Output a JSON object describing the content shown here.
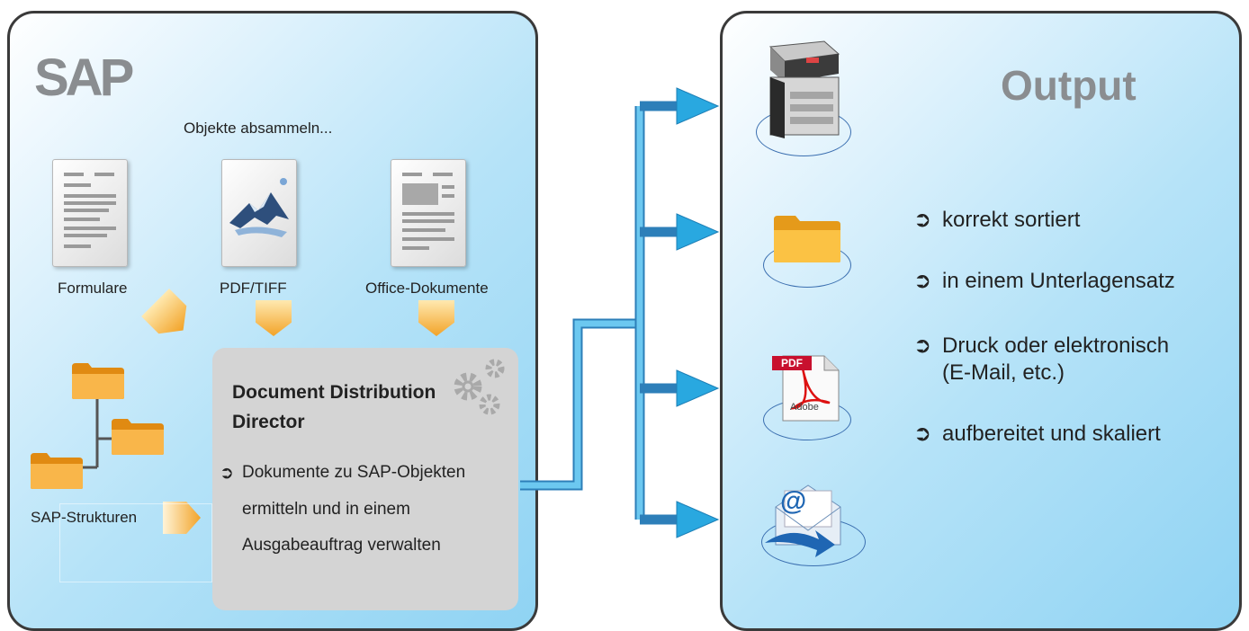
{
  "sap": {
    "logo": "SAP",
    "collect_label": "Objekte absammeln..."
  },
  "sources": [
    {
      "label": "Formulare"
    },
    {
      "label": "PDF/TIFF"
    },
    {
      "label": "Office-Dokumente"
    }
  ],
  "structures": {
    "label": "SAP-Strukturen"
  },
  "ddd": {
    "title": "Document Distribution Director",
    "bullet_symbol": "➲",
    "lines": [
      "Dokumente zu SAP-Objekten",
      "ermitteln und in einem",
      "Ausgabeauftrag verwalten"
    ]
  },
  "output": {
    "title": "Output",
    "bullet_symbol": "➲",
    "items": [
      "korrekt sortiert",
      "in einem Unterlagensatz",
      "Druck oder elektronisch",
      "(E-Mail, etc.)",
      "aufbereitet und skaliert"
    ],
    "channels": [
      {
        "icon": "printer-icon"
      },
      {
        "icon": "folder-icon"
      },
      {
        "icon": "pdf-icon",
        "badge": "PDF",
        "brand": "Adobe"
      },
      {
        "icon": "email-icon",
        "symbol": "@"
      }
    ]
  },
  "colors": {
    "accent_blue": "#29a8e0",
    "folder_orange": "#f5a623",
    "gray": "#8a8d90"
  }
}
